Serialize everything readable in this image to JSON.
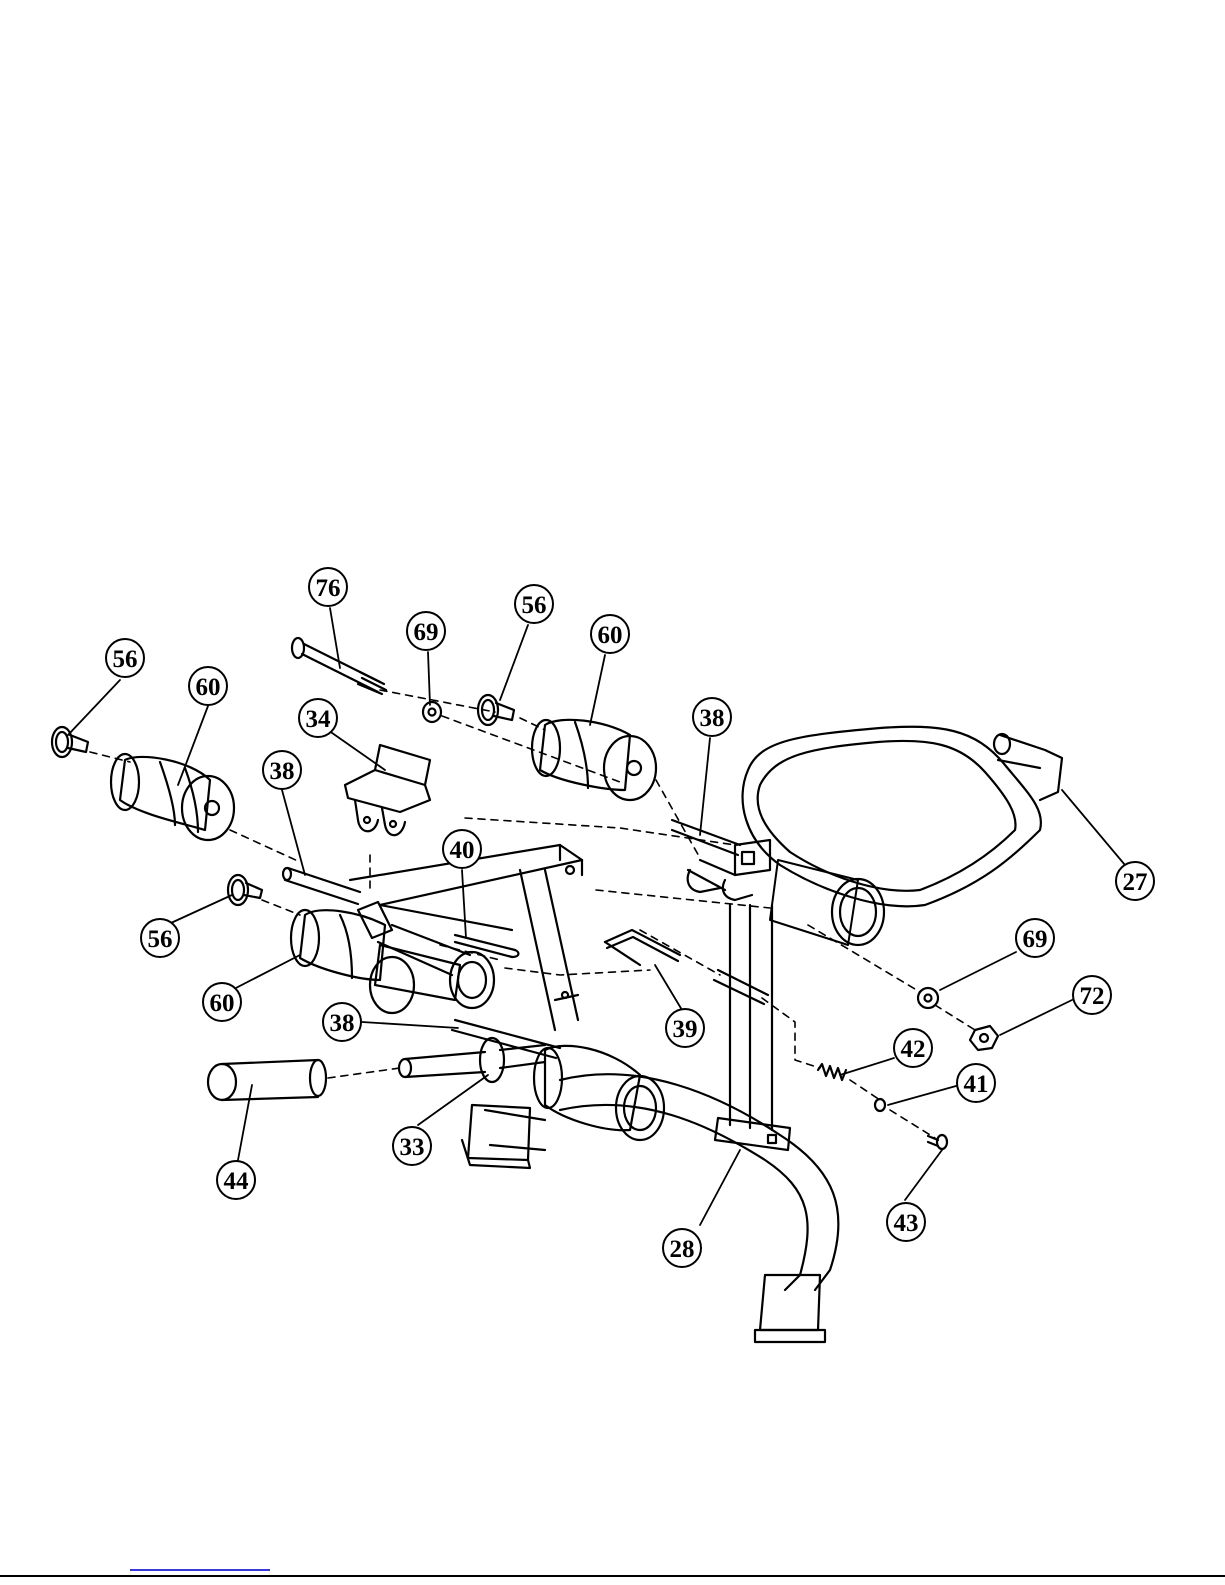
{
  "diagram": {
    "callouts": [
      {
        "id": "76"
      },
      {
        "id": "69"
      },
      {
        "id": "56"
      },
      {
        "id": "60"
      },
      {
        "id": "38"
      },
      {
        "id": "56"
      },
      {
        "id": "60"
      },
      {
        "id": "34"
      },
      {
        "id": "38"
      },
      {
        "id": "40"
      },
      {
        "id": "56"
      },
      {
        "id": "60"
      },
      {
        "id": "38"
      },
      {
        "id": "39"
      },
      {
        "id": "33"
      },
      {
        "id": "44"
      },
      {
        "id": "27"
      },
      {
        "id": "69"
      },
      {
        "id": "72"
      },
      {
        "id": "42"
      },
      {
        "id": "41"
      },
      {
        "id": "43"
      },
      {
        "id": "28"
      }
    ]
  }
}
